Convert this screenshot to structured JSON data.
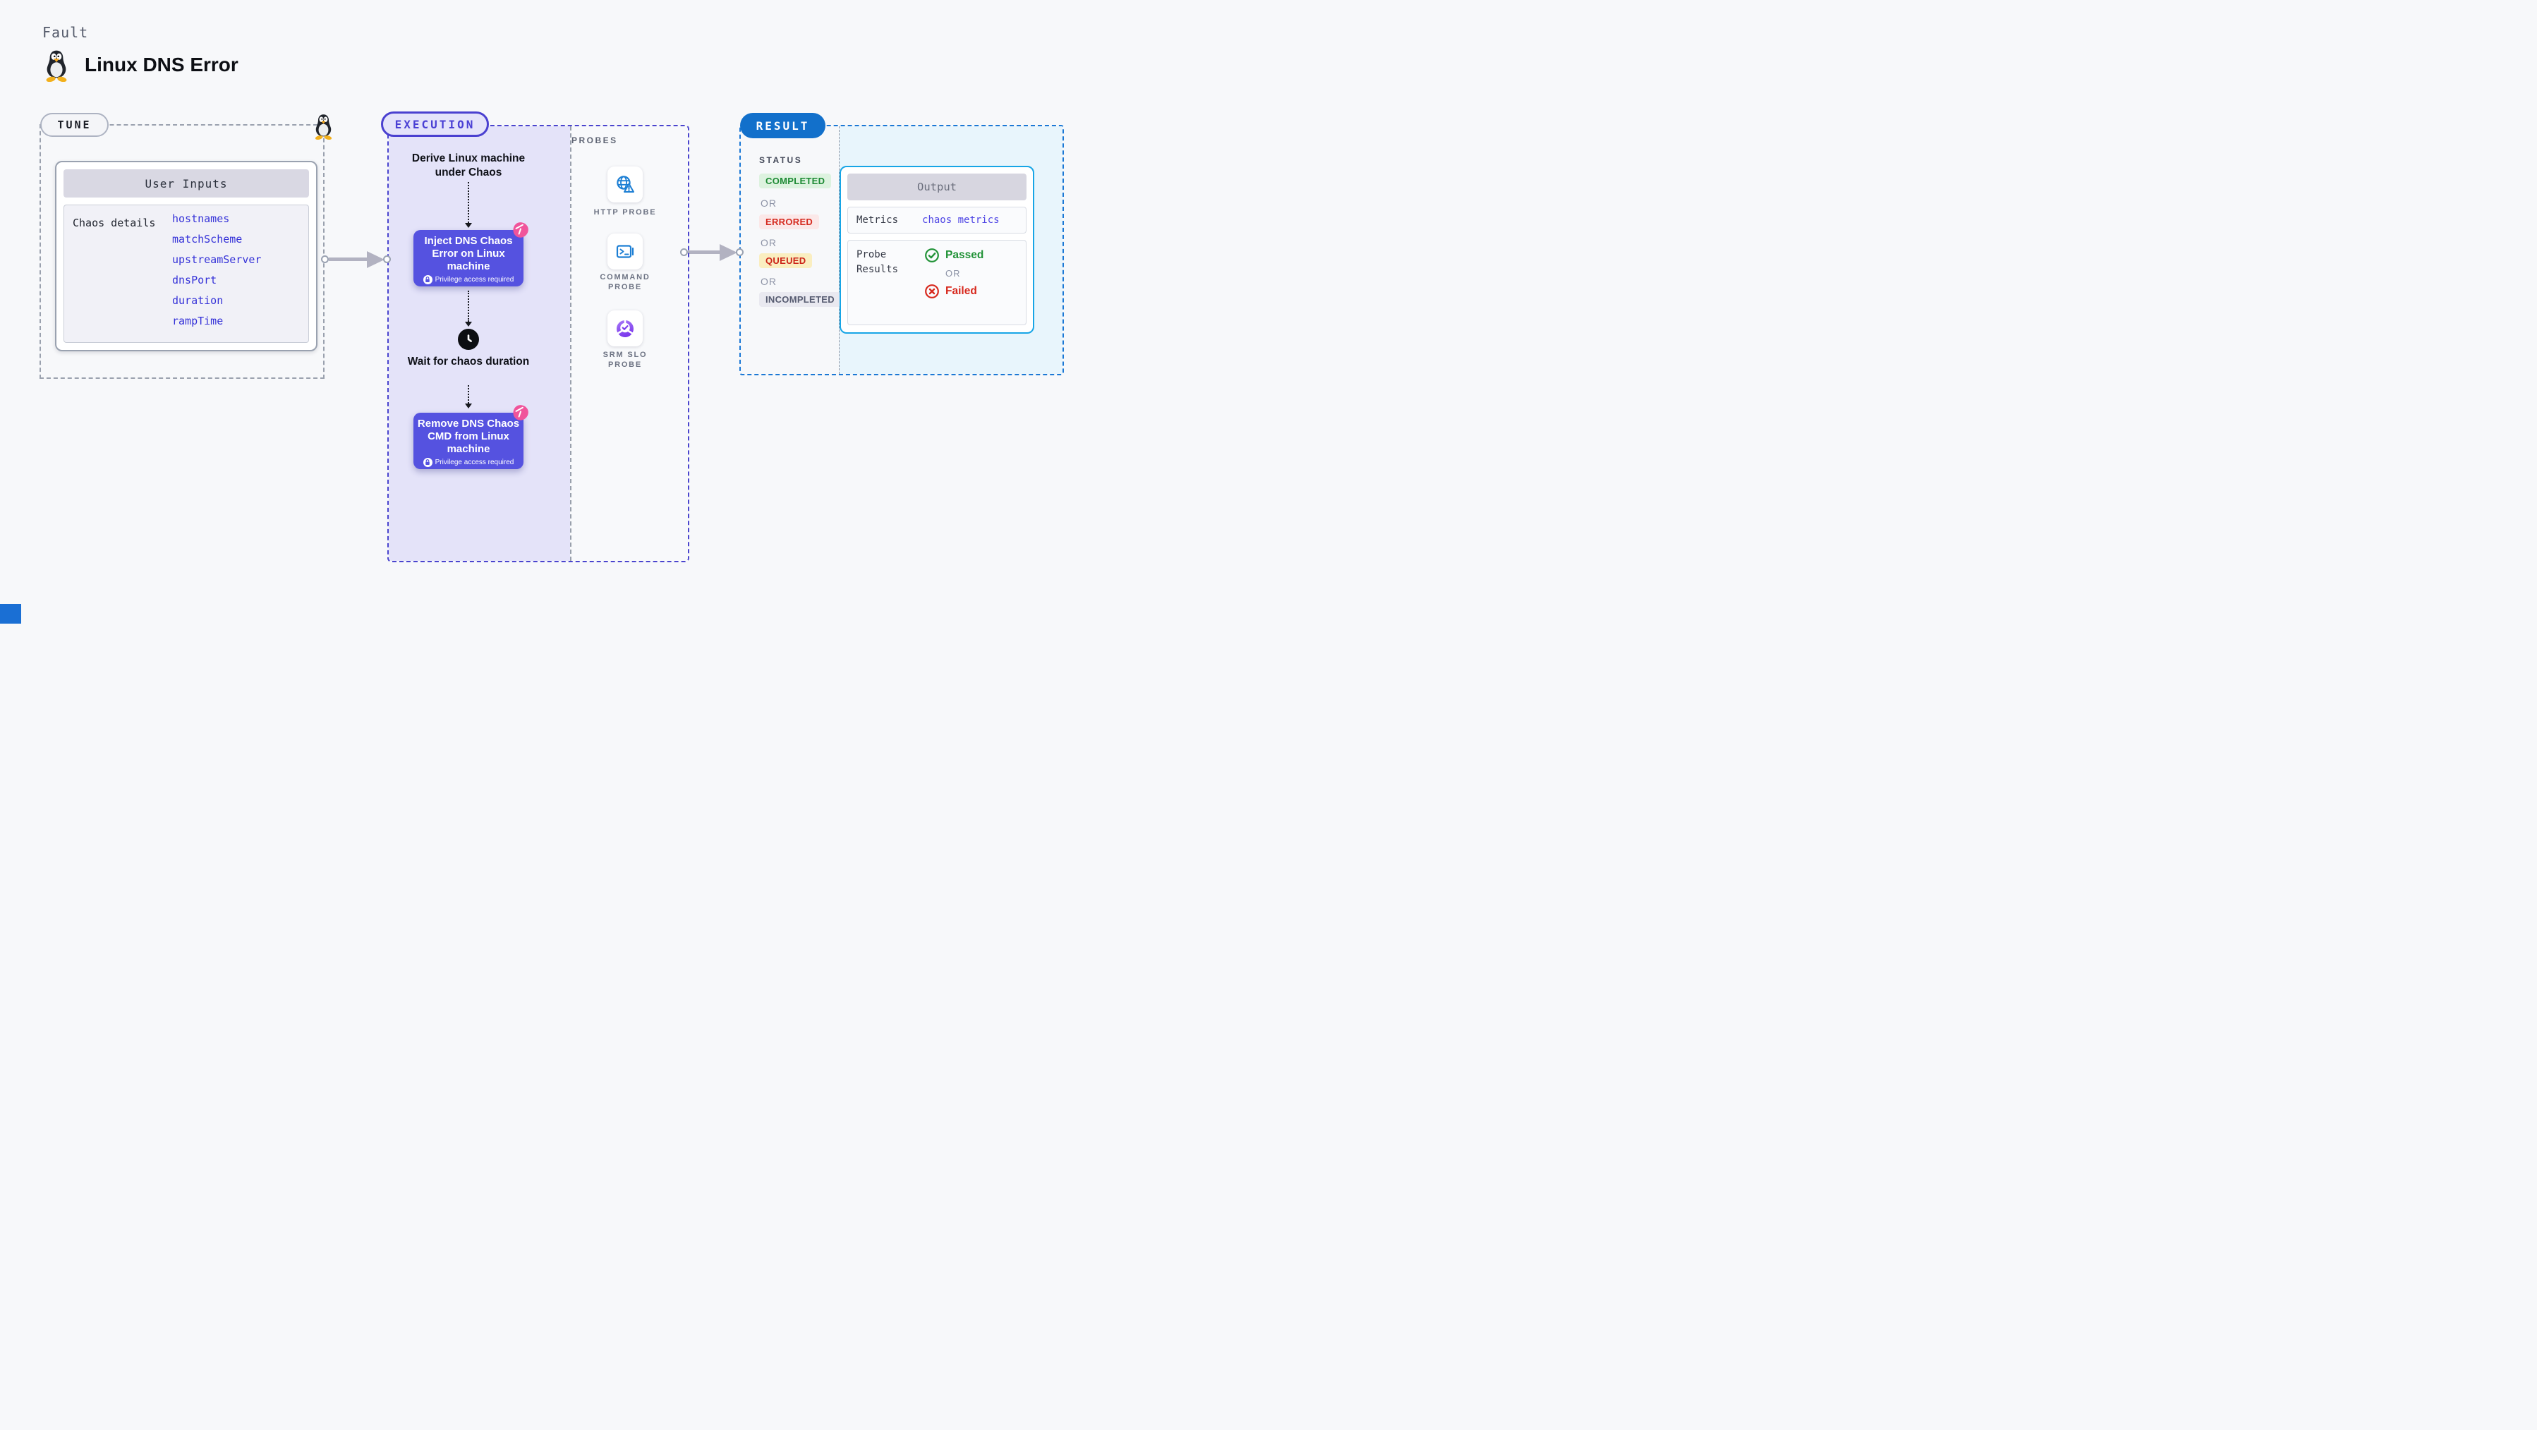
{
  "header": {
    "eyebrow": "Fault",
    "title": "Linux DNS Error"
  },
  "tune": {
    "label": "TUNE",
    "user_inputs": {
      "title": "User Inputs",
      "row_label": "Chaos details",
      "params": [
        "hostnames",
        "matchScheme",
        "upstreamServer",
        "dnsPort",
        "duration",
        "rampTime"
      ]
    }
  },
  "execution": {
    "label": "EXECUTION",
    "steps": {
      "derive": "Derive Linux machine under Chaos",
      "inject": "Inject DNS Chaos Error on Linux machine",
      "wait": "Wait for chaos duration",
      "remove": "Remove DNS Chaos CMD from Linux machine",
      "privilege_note": "Privilege access required"
    },
    "probes": {
      "label": "PROBES",
      "items": [
        {
          "name": "HTTP PROBE",
          "icon": "globe-warning-icon"
        },
        {
          "name": "COMMAND PROBE",
          "icon": "terminal-icon"
        },
        {
          "name": "SRM SLO PROBE",
          "icon": "slo-gauge-icon"
        }
      ]
    }
  },
  "result": {
    "label": "RESULT",
    "status": {
      "label": "STATUS",
      "or": "OR",
      "badges": [
        {
          "text": "COMPLETED",
          "type": "success"
        },
        {
          "text": "ERRORED",
          "type": "error"
        },
        {
          "text": "QUEUED",
          "type": "warning"
        },
        {
          "text": "INCOMPLETED",
          "type": "neutral"
        }
      ]
    },
    "output": {
      "title": "Output",
      "metrics_label": "Metrics",
      "metrics_value": "chaos metrics",
      "probe_results_label": "Probe Results",
      "passed": "Passed",
      "or": "OR",
      "failed": "Failed"
    }
  },
  "colors": {
    "page_bg": "#f7f8fa",
    "lavender_panel": "#e4e3f9",
    "node_indigo": "#5552e0",
    "pink_accent": "#f0549b",
    "param_blue": "#3532d8",
    "probe_icon_blue": "#1d7fd4",
    "execution_border": "#4a44ce",
    "result_border": "#1b78d5",
    "result_pill": "#1270cb",
    "result_bg": "#e8f5fc",
    "success_green": "#1d8a34",
    "error_red": "#d52b20",
    "queued_bg": "#faeec0",
    "cyan_card_border": "#17a5e6",
    "metrics_value_blue": "#4f46e5"
  }
}
